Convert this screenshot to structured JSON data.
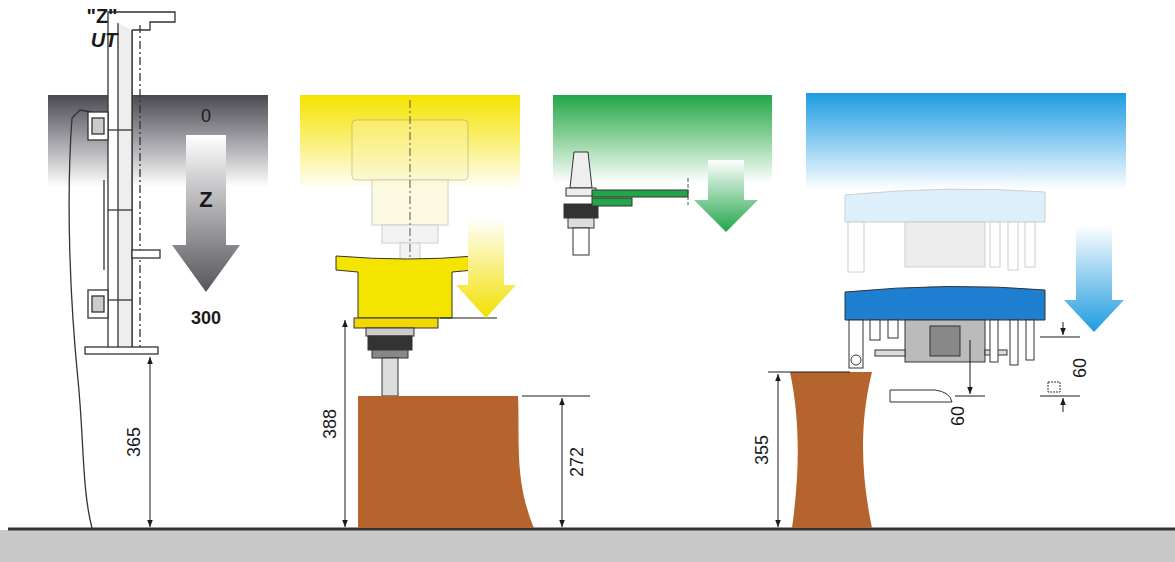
{
  "diagram": {
    "labels": [
      "\"Z\"",
      "UT",
      "0",
      "Z",
      "300",
      "365",
      "388",
      "272",
      "355",
      "60",
      "60"
    ]
  }
}
